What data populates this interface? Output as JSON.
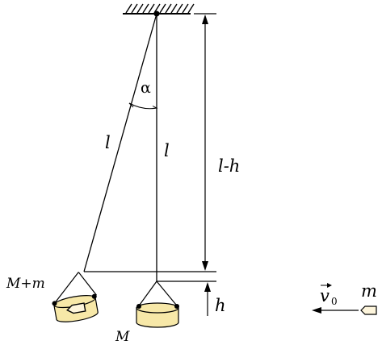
{
  "labels": {
    "alpha": "α",
    "length_left": "l",
    "length_right": "l",
    "l_minus_h": "l-h",
    "h": "h",
    "combined_mass": "M+m",
    "block_mass": "M",
    "velocity": "v",
    "velocity_subscript": "0",
    "bullet_mass": "m"
  },
  "colors": {
    "line": "#000000",
    "block_fill": "#f7e8a8",
    "block_stroke": "#000000",
    "bullet_fill": "#fdf5dc"
  }
}
